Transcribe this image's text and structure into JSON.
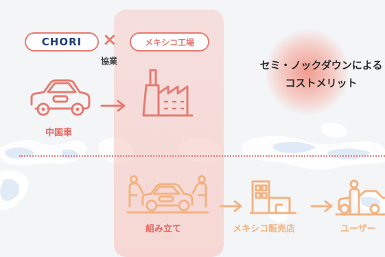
{
  "top": {
    "partner_logo": "CHORI",
    "cross_symbol": "×",
    "collab_label": "協業",
    "factory_label": "メキシコ工場",
    "benefit_text_line1": "セミ・ノックダウンによる",
    "benefit_text_line2": "コストメリット"
  },
  "flow_top": {
    "car_label": "中国車"
  },
  "flow_bottom": {
    "assembly_label": "組み立て",
    "dealer_label": "メキシコ販売店",
    "user_label": "ユーザー"
  },
  "colors": {
    "accent_red": "#e57a71",
    "accent_orange": "#f3b27f",
    "navy": "#1f3f7a"
  }
}
